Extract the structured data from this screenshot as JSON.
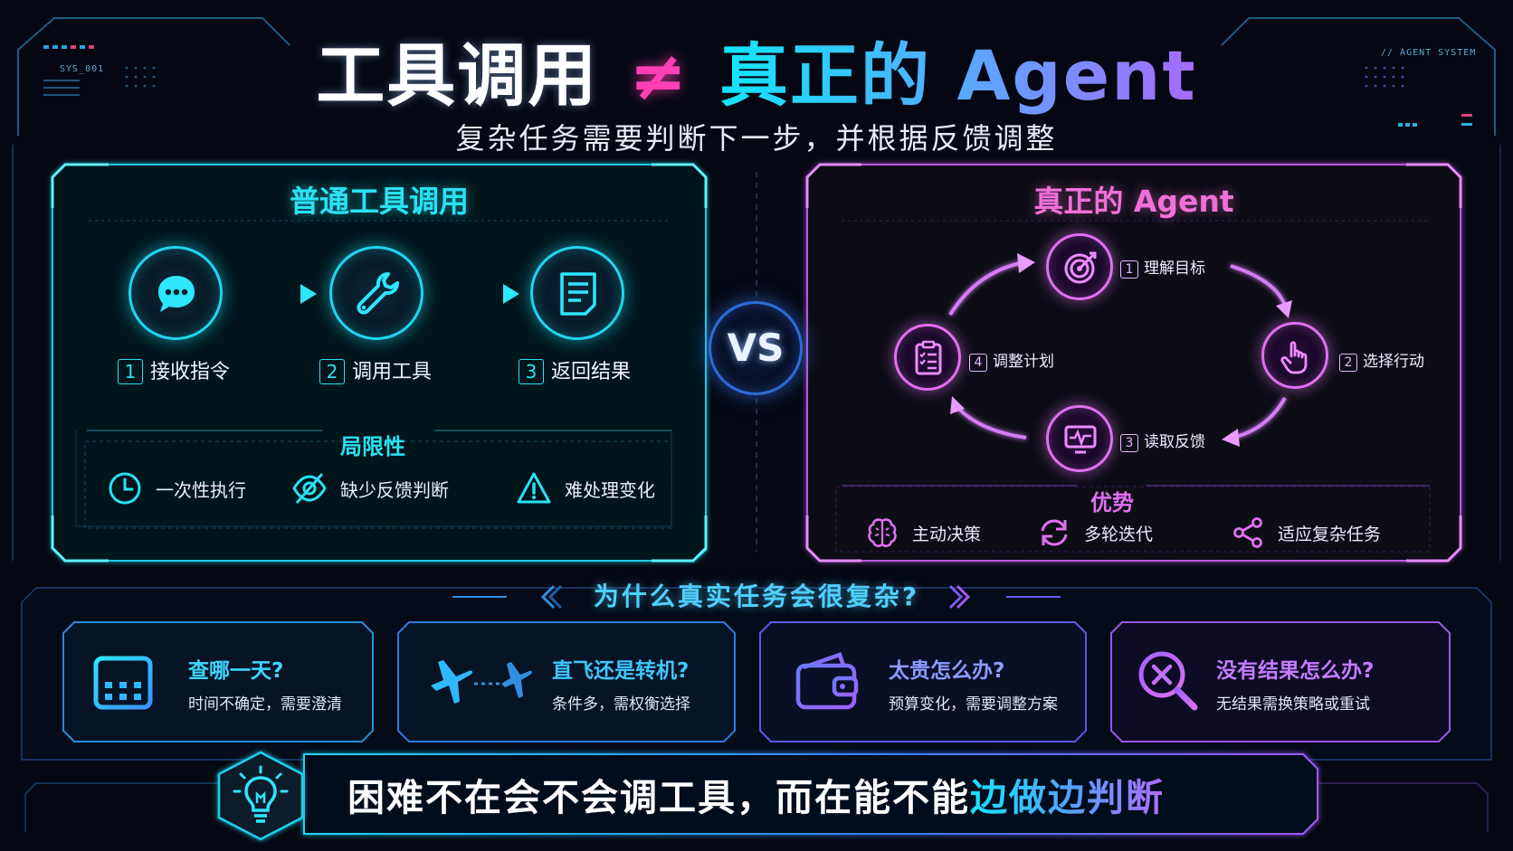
{
  "title": {
    "part1": "工具调用",
    "neq": "≠",
    "part2": "真正的 Agent",
    "subtitle": "复杂任务需要判断下一步，并根据反馈调整"
  },
  "tags": {
    "left": "SYS_001",
    "right": "// AGENT SYSTEM"
  },
  "left_panel": {
    "title": "普通工具调用",
    "steps": [
      {
        "num": "1",
        "label": "接收指令",
        "icon": "chat-bubble-icon"
      },
      {
        "num": "2",
        "label": "调用工具",
        "icon": "wrench-icon"
      },
      {
        "num": "3",
        "label": "返回结果",
        "icon": "document-icon"
      }
    ],
    "limits_title": "局限性",
    "limits": [
      {
        "label": "一次性执行",
        "icon": "clock-icon"
      },
      {
        "label": "缺少反馈判断",
        "icon": "eye-off-icon"
      },
      {
        "label": "难处理变化",
        "icon": "warning-icon"
      }
    ]
  },
  "vs": "VS",
  "right_panel": {
    "title": "真正的 Agent",
    "cycle": [
      {
        "num": "1",
        "label": "理解目标",
        "icon": "target-icon"
      },
      {
        "num": "2",
        "label": "选择行动",
        "icon": "pointer-hand-icon"
      },
      {
        "num": "3",
        "label": "读取反馈",
        "icon": "monitor-pulse-icon"
      },
      {
        "num": "4",
        "label": "调整计划",
        "icon": "checklist-icon"
      }
    ],
    "advantages_title": "优势",
    "advantages": [
      {
        "label": "主动决策",
        "icon": "brain-icon"
      },
      {
        "label": "多轮迭代",
        "icon": "refresh-icon"
      },
      {
        "label": "适应复杂任务",
        "icon": "share-nodes-icon"
      }
    ]
  },
  "why": {
    "title": "为什么真实任务会很复杂?",
    "cards": [
      {
        "title": "查哪一天?",
        "desc": "时间不确定，需要澄清",
        "icon": "calendar-icon"
      },
      {
        "title": "直飞还是转机?",
        "desc": "条件多，需权衡选择",
        "icon": "airplane-icon"
      },
      {
        "title": "太贵怎么办?",
        "desc": "预算变化，需要调整方案",
        "icon": "wallet-icon"
      },
      {
        "title": "没有结果怎么办?",
        "desc": "无结果需换策略或重试",
        "icon": "search-x-icon"
      }
    ]
  },
  "bottom": {
    "text_plain": "困难不在会不会调工具，而在能不能",
    "text_highlight": "边做边判断",
    "icon": "lightbulb-icon"
  },
  "colors": {
    "cyan": "#29e1f2",
    "magenta": "#e070f0",
    "pink": "#ff3fb5",
    "background": "#050812"
  }
}
